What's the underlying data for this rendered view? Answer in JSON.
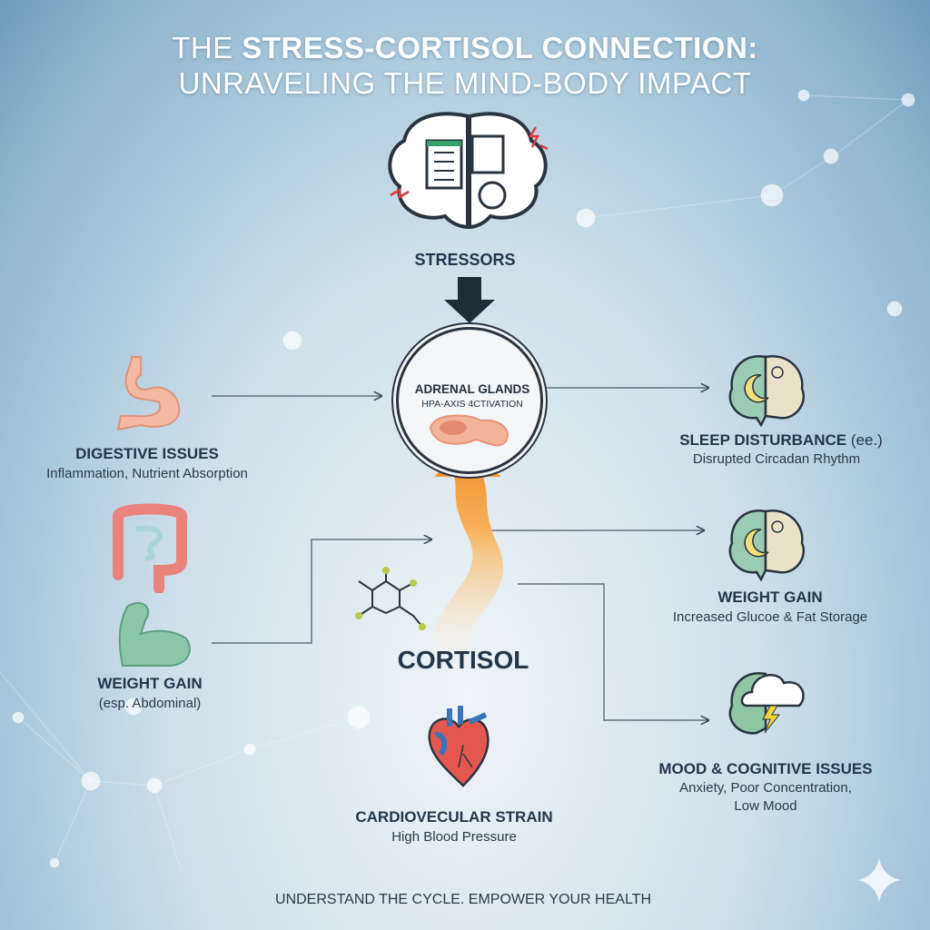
{
  "title": {
    "line1_pre": "THE ",
    "line1_bold": "STRESS-CORTISOL CONNECTION:",
    "line2": "UNRAVELING THE MIND-BODY IMPACT"
  },
  "stressors": {
    "label": "STRESSORS"
  },
  "adrenal": {
    "title": "ADRENAL GLANDS",
    "subtitle": "HPA-AXIS 4CTIVATION"
  },
  "cortisol": {
    "label": "CORTISOL"
  },
  "left": [
    {
      "title": "DIGESTIVE ISSUES",
      "subtitle": "Inflammation, Nutrient Absorption",
      "icon": "stomach-icon"
    },
    {
      "title": "WEIGHT GAIN",
      "subtitle": "(esp. Abdominal)",
      "icon": "muscle-icon"
    }
  ],
  "right": [
    {
      "title": "SLEEP DISTURBANCE",
      "title_suffix": "(ee.)",
      "subtitle": "Disrupted Circadan Rhythm",
      "icon": "sleep-brain-icon"
    },
    {
      "title": "WEIGHT GAIN",
      "subtitle": "Increased Glucoe & Fat Storage",
      "icon": "sleep-brain-icon"
    },
    {
      "title": "MOOD & COGNITIVE ISSUES",
      "subtitle": "Anxiety, Poor Concentration,",
      "subtitle2": "Low Mood",
      "icon": "storm-cloud-icon"
    }
  ],
  "bottom": {
    "title": "CARDIOVECULAR STRAIN",
    "subtitle": "High Blood Pressure",
    "icon": "heart-icon"
  },
  "footer": "UNDERSTAND THE CYCLE. EMPOWER YOUR HEALTH",
  "colors": {
    "accent_orange": "#f39a3a",
    "dark": "#24374a"
  }
}
